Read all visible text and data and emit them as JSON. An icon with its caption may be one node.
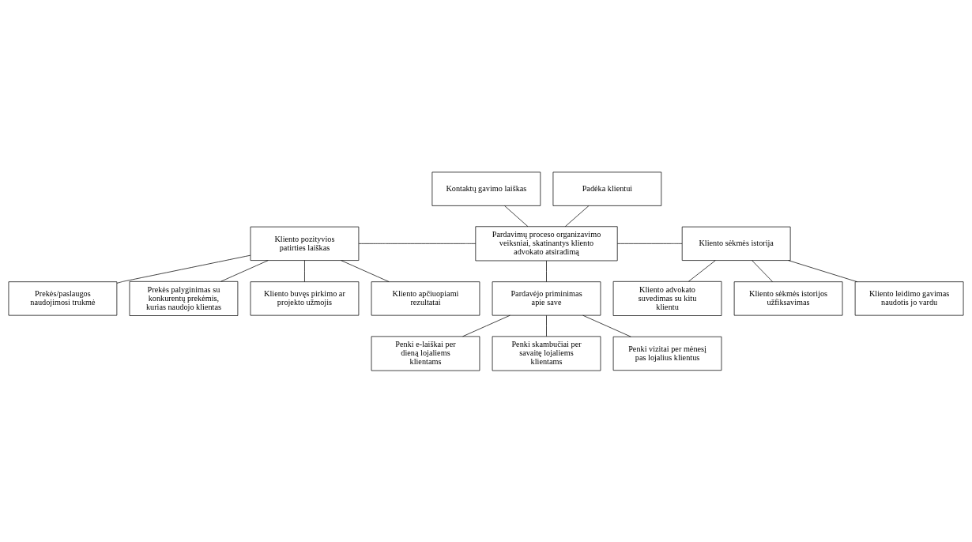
{
  "diagram": {
    "nodes": [
      {
        "text": [
          "Kontaktų gavimo laiškas"
        ]
      },
      {
        "text": [
          "Padėka klientui"
        ]
      },
      {
        "text": [
          "Pardavimų proceso organizavimo veiksniai, skatinantys kliento advokato atsiradimą"
        ]
      },
      {
        "text": [
          "Kliento pozityvios patirties laiškas"
        ]
      },
      {
        "text": [
          "Prekės/paslaugos naudojimosi trukmė"
        ]
      },
      {
        "text": [
          "Prekės palyginimas su konkurentų prekėmis, kurias naudojo klientas"
        ]
      },
      {
        "text": [
          "Kliento buvęs pirkimo ar projekto užmojis"
        ]
      },
      {
        "text": [
          "Kliento apčiuopiami rezultatai"
        ]
      },
      {
        "text": [
          "Pardavėjo priminimas apie save"
        ]
      },
      {
        "text": [
          "Penki e-laiškai per dieną lojaliems klientams"
        ]
      },
      {
        "text": [
          "Penki skambučiai per savaitę lojaliems klientams"
        ]
      },
      {
        "text": [
          "Penki vizitai per mėnesį pas lojalius klientus"
        ]
      },
      {
        "text": [
          "Kliento sėkmės istorija"
        ]
      },
      {
        "text": [
          "Kliento sėkmės istorijos užfiksavimas"
        ]
      },
      {
        "text": [
          "Kliento leidimo gavimas naudotis jo vardu"
        ]
      },
      {
        "text": [
          "Kliento advokato suvedimas su kitu klientu"
        ]
      }
    ],
    "edges": [
      {
        "from": 0,
        "to": 2,
        "arrow": "none"
      },
      {
        "from": 1,
        "to": 2,
        "arrow": "none"
      },
      {
        "from": 3,
        "to": 2,
        "arrow": "none"
      },
      {
        "from": 2,
        "to": 12,
        "arrow": "none"
      },
      {
        "from": 2,
        "to": 8,
        "arrow": "none"
      },
      {
        "from": 3,
        "to": 4,
        "arrow": "none"
      },
      {
        "from": 3,
        "to": 5,
        "arrow": "none"
      },
      {
        "from": 3,
        "to": 6,
        "arrow": "none"
      },
      {
        "from": 3,
        "to": 7,
        "arrow": "none"
      },
      {
        "from": 8,
        "to": 9,
        "arrow": "none"
      },
      {
        "from": 8,
        "to": 10,
        "arrow": "none"
      },
      {
        "from": 8,
        "to": 11,
        "arrow": "none"
      },
      {
        "from": 12,
        "to": 13,
        "arrow": "none"
      },
      {
        "from": 12,
        "to": 14,
        "arrow": "none"
      },
      {
        "from": 12,
        "to": 15,
        "arrow": "none"
      }
    ]
  }
}
